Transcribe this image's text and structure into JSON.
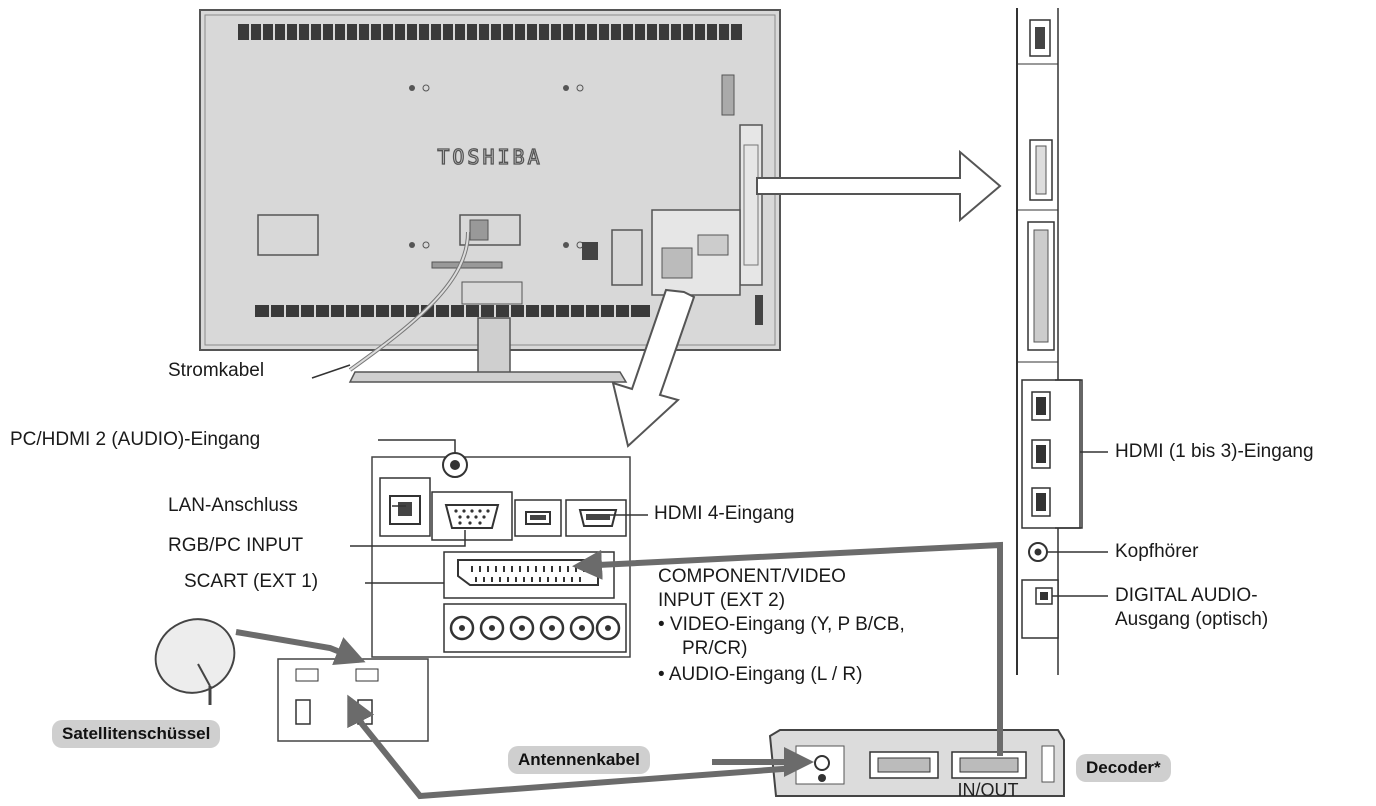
{
  "brand": "TOSHIBA",
  "labels": {
    "stromkabel": "Stromkabel",
    "pc_hdmi2_audio": "PC/HDMI 2 (AUDIO)-Eingang",
    "lan": "LAN-Anschluss",
    "rgb_pc": "RGB/PC INPUT",
    "scart": "SCART (EXT 1)",
    "hdmi4": "HDMI 4-Eingang",
    "component_title_1": "COMPONENT/VIDEO",
    "component_title_2": "INPUT (EXT 2)",
    "video_in": "• VIDEO-Eingang (Y, P B/CB,",
    "video_in_2": "PR/CR)",
    "audio_in": "• AUDIO-Eingang (L / R)",
    "hdmi_1_3": "HDMI (1 bis 3)-Eingang",
    "kopfhoerer": "Kopfhörer",
    "digital_audio_1": "DIGITAL AUDIO-",
    "digital_audio_2": "Ausgang (optisch)",
    "in_out": "IN/OUT"
  },
  "badges": {
    "satellite": "Satellitenschüssel",
    "antenna": "Antennenkabel",
    "decoder": "Decoder*"
  }
}
